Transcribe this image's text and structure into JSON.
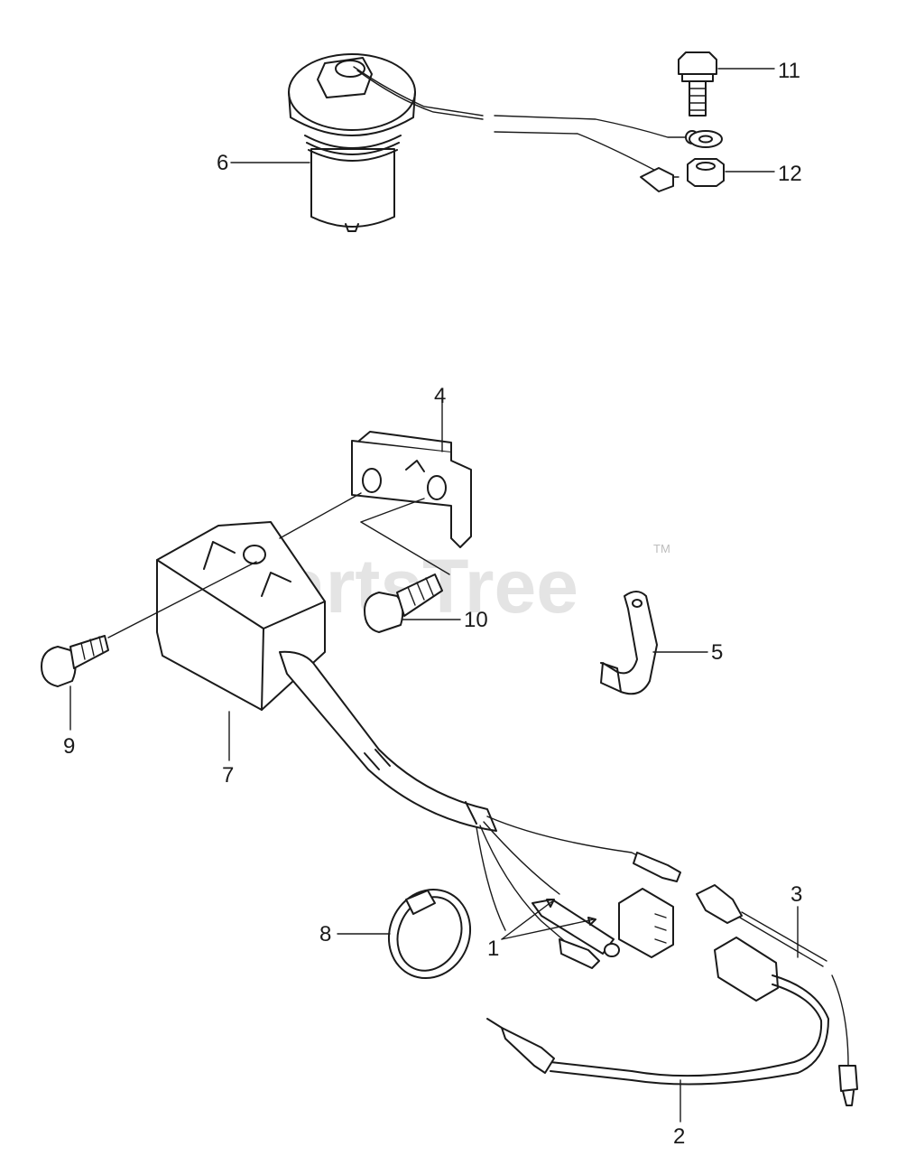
{
  "watermark": {
    "text": "PartsTree",
    "trademark": "TM"
  },
  "callouts": [
    {
      "id": "c1",
      "text": "1"
    },
    {
      "id": "c2",
      "text": "2"
    },
    {
      "id": "c3",
      "text": "3"
    },
    {
      "id": "c4",
      "text": "4"
    },
    {
      "id": "c5",
      "text": "5"
    },
    {
      "id": "c6",
      "text": "6"
    },
    {
      "id": "c7",
      "text": "7"
    },
    {
      "id": "c8",
      "text": "8"
    },
    {
      "id": "c9",
      "text": "9"
    },
    {
      "id": "c10",
      "text": "10"
    },
    {
      "id": "c11",
      "text": "11"
    },
    {
      "id": "c12",
      "text": "12"
    }
  ],
  "colors": {
    "ink": "#1a1a1a",
    "watermark": "#cfcfcf",
    "background": "#ffffff"
  }
}
